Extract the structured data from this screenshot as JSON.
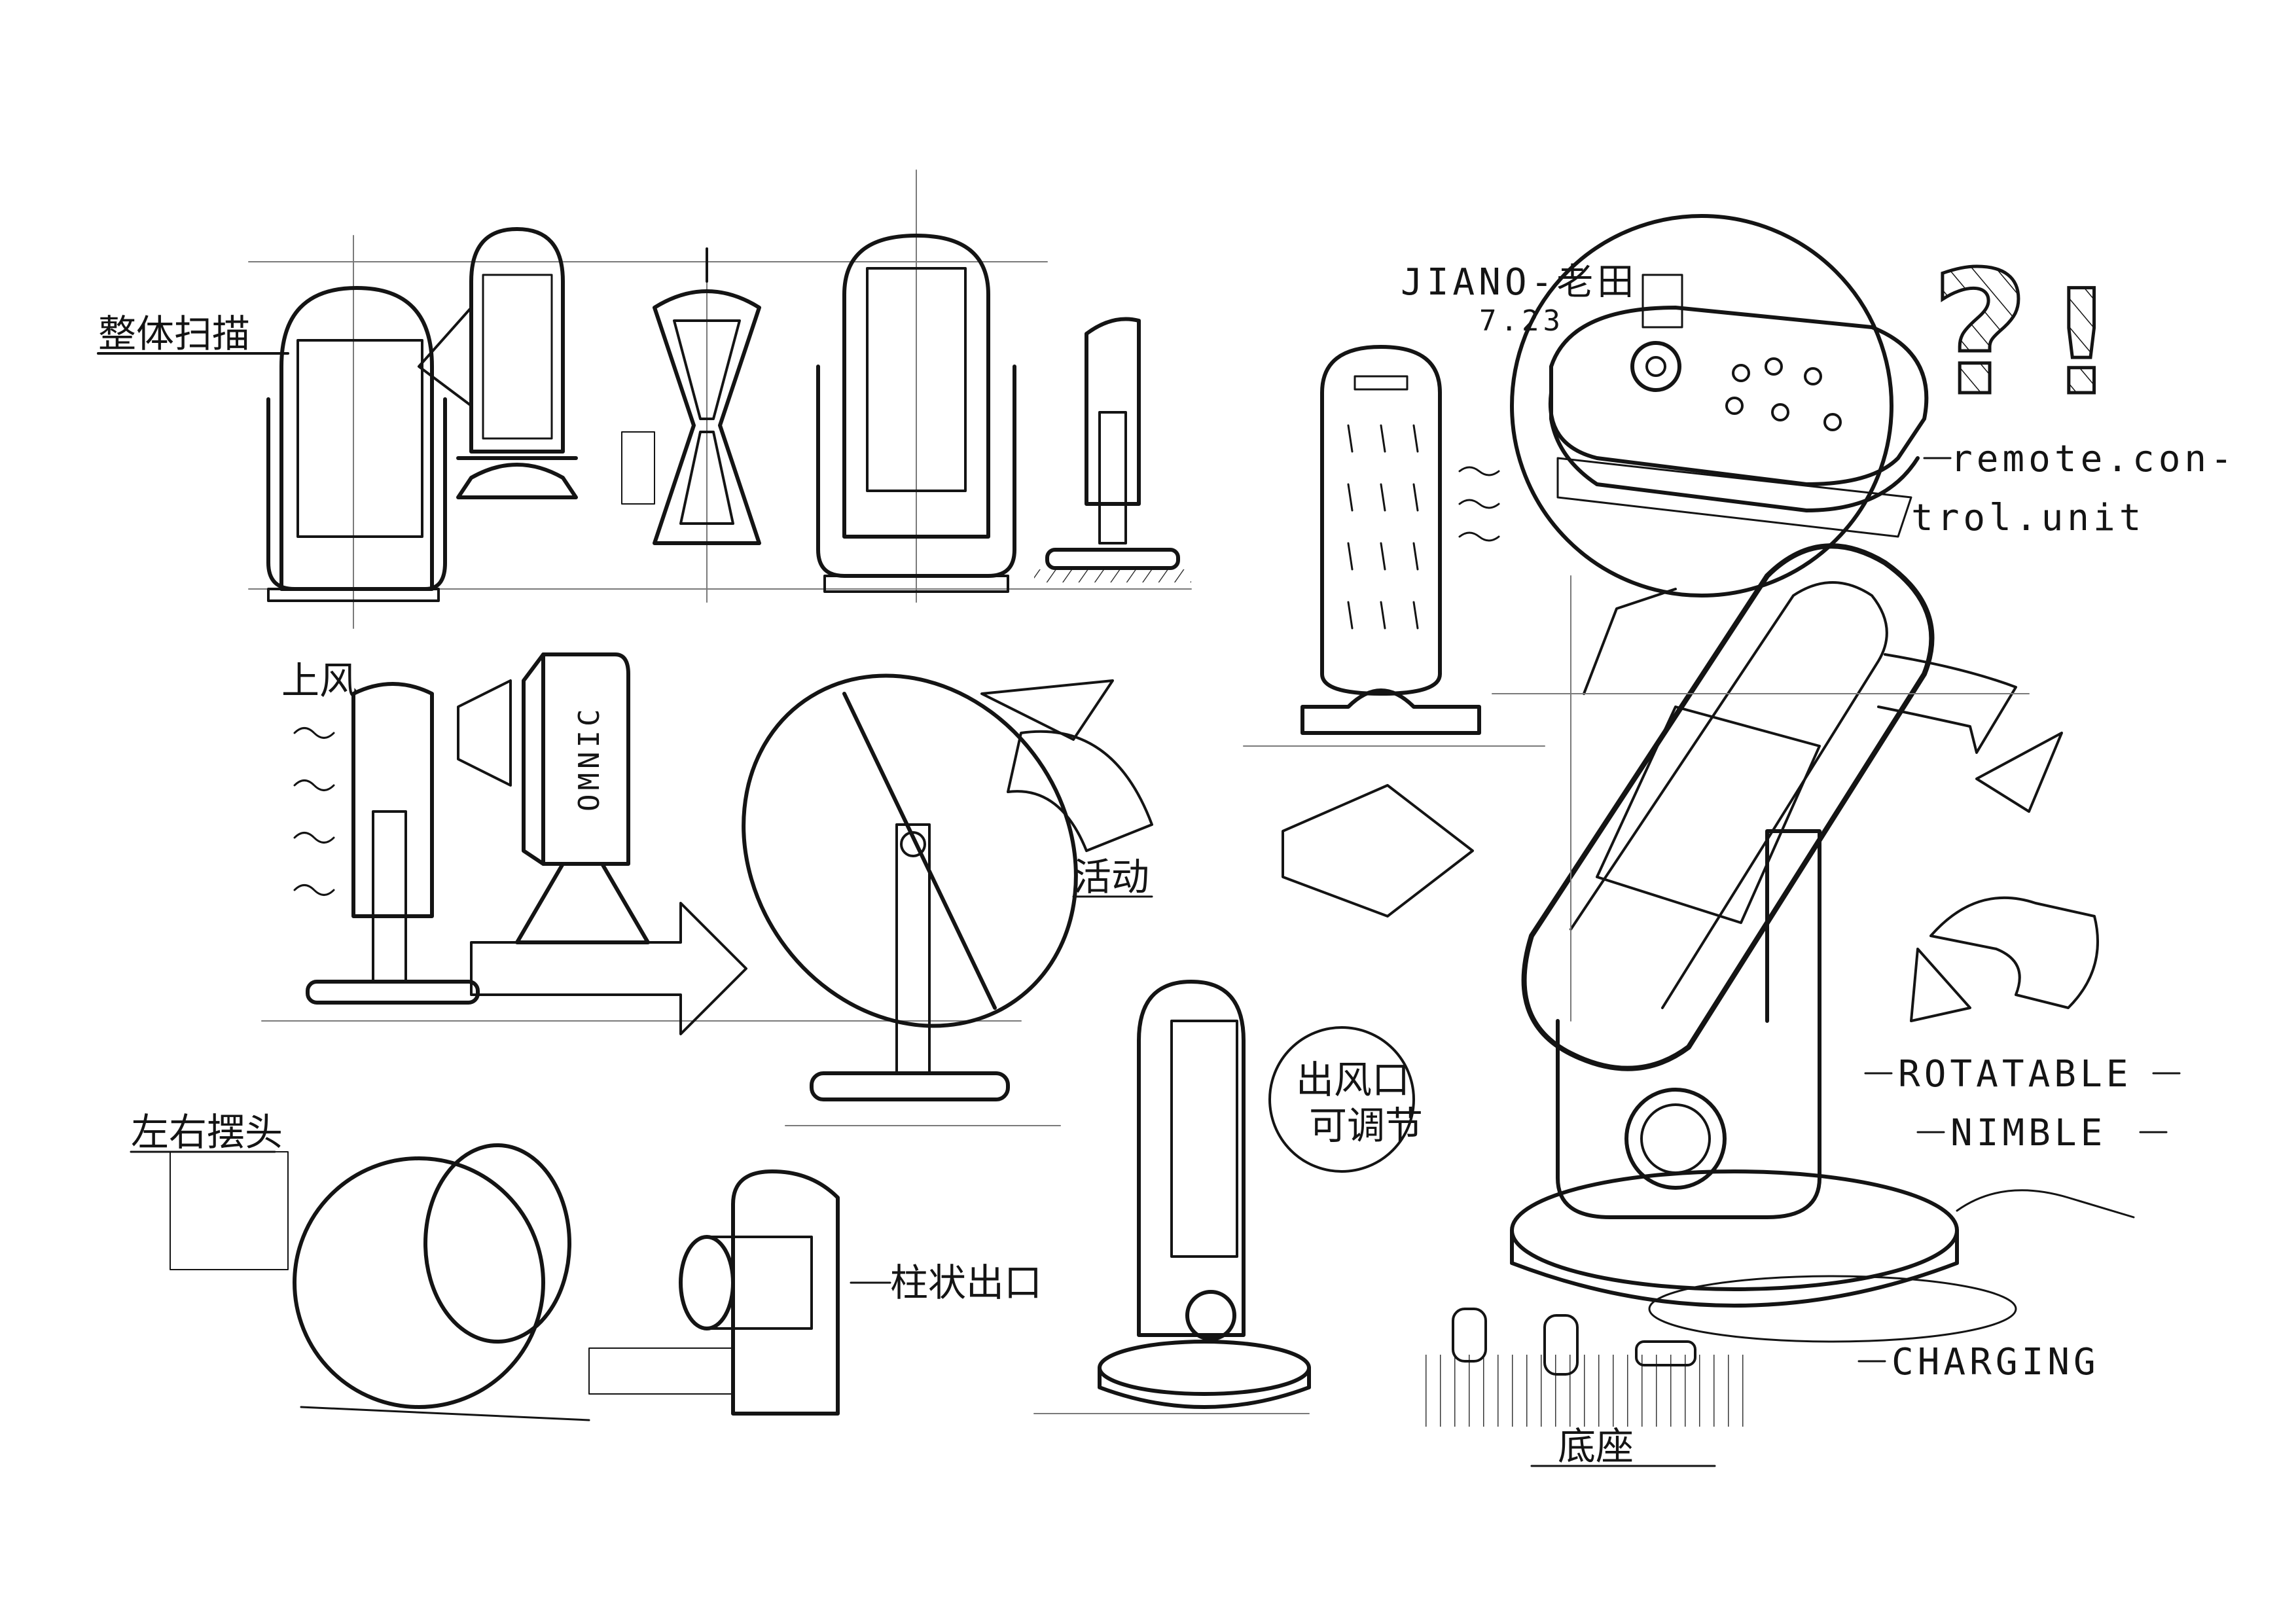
{
  "labels": {
    "designer": "JIANO-老田",
    "date": "7.23",
    "remote_line1": "remote.con-",
    "remote_line2": "trol.unit",
    "rotatable": "ROTATABLE",
    "nimble": "NIMBLE",
    "charging": "CHARGING",
    "brand_on_device": "OMNIC",
    "cn_overall": "整体扫描",
    "cn_top_wind": "上风",
    "cn_activity": "活动",
    "cn_left_right": "左右摆头",
    "cn_cylinder": "柱状出口",
    "cn_outlet_adjust_1": "出风口",
    "cn_outlet_adjust_2": "可调节",
    "cn_stand": "底座",
    "punct_question": "?",
    "punct_exclaim": "!"
  },
  "colors": {
    "ink": "#141414",
    "paper": "#ffffff",
    "guide": "#7a7a7a"
  }
}
